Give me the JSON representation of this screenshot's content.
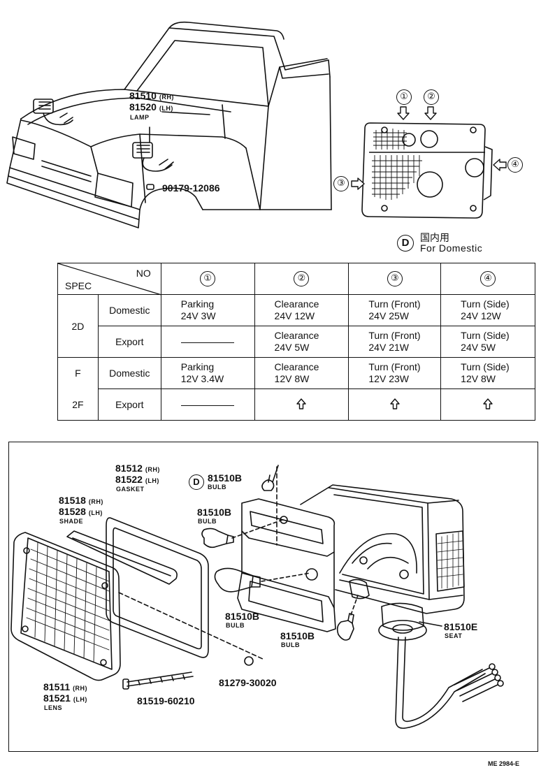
{
  "top_diagram": {
    "lamp_part_rh": "81510",
    "lamp_part_rh_side": "(RH)",
    "lamp_part_lh": "81520",
    "lamp_part_lh_side": "(LH)",
    "lamp_label": "LAMP",
    "clip_part": "90179-12086",
    "callouts": [
      "①",
      "②",
      "③",
      "④"
    ],
    "domestic_marker": "D",
    "domestic_jp": "国内用",
    "domestic_en": "For Domestic"
  },
  "spec_table": {
    "corner_top": "NO",
    "corner_bottom": "SPEC",
    "columns": [
      "①",
      "②",
      "③",
      "④"
    ],
    "groups": [
      {
        "label": "2D",
        "rows": [
          {
            "market": "Domestic",
            "cells": [
              [
                "Parking",
                "24V 3W"
              ],
              [
                "Clearance",
                "24V 12W"
              ],
              [
                "Turn (Front)",
                "24V 25W"
              ],
              [
                "Turn (Side)",
                "24V 12W"
              ]
            ]
          },
          {
            "market": "Export",
            "cells": [
              null,
              [
                "Clearance",
                "24V 5W"
              ],
              [
                "Turn (Front)",
                "24V 21W"
              ],
              [
                "Turn (Side)",
                "24V 5W"
              ]
            ]
          }
        ]
      },
      {
        "label_top": "F",
        "label_bottom": "2F",
        "rows": [
          {
            "market": "Domestic",
            "cells": [
              [
                "Parking",
                "12V 3.4W"
              ],
              [
                "Clearance",
                "12V 8W"
              ],
              [
                "Turn (Front)",
                "12V 23W"
              ],
              [
                "Turn (Side)",
                "12V 8W"
              ]
            ]
          },
          {
            "market": "Export",
            "cells": [
              null,
              "same-as-above",
              "same-as-above",
              "same-as-above"
            ]
          }
        ]
      }
    ]
  },
  "exploded": {
    "gasket_rh": "81512",
    "gasket_rh_side": "(RH)",
    "gasket_lh": "81522",
    "gasket_lh_side": "(LH)",
    "gasket_label": "GASKET",
    "shade_rh": "81518",
    "shade_rh_side": "(RH)",
    "shade_lh": "81528",
    "shade_lh_side": "(LH)",
    "shade_label": "SHADE",
    "bulb_d": "81510B",
    "bulb_d_label": "BULB",
    "bulb_d_marker": "D",
    "bulb_a": "81510B",
    "bulb_a_label": "BULB",
    "bulb_b": "81510B",
    "bulb_b_label": "BULB",
    "bulb_c": "81510B",
    "bulb_c_label": "BULB",
    "seat": "81510E",
    "seat_label": "SEAT",
    "lens_rh": "81511",
    "lens_rh_side": "(RH)",
    "lens_lh": "81521",
    "lens_lh_side": "(LH)",
    "lens_label": "LENS",
    "screw": "81519-60210",
    "nut": "81279-30020",
    "ref_code": "ME 2984-E"
  }
}
